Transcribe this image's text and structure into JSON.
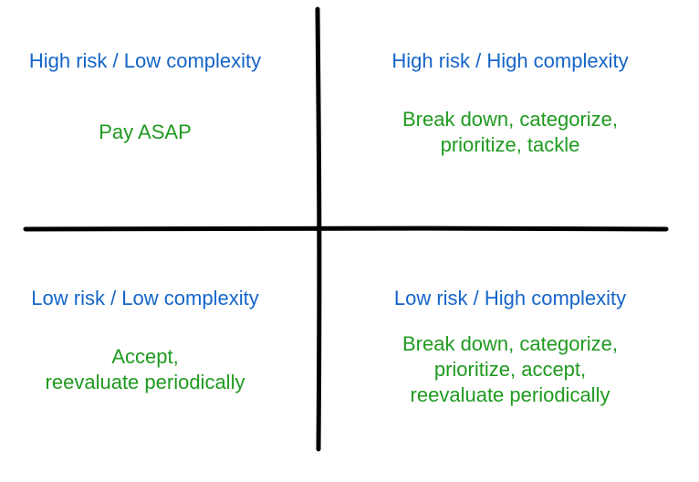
{
  "quadrants": {
    "top_left": {
      "title": "High risk / Low complexity",
      "action": [
        "Pay ASAP"
      ]
    },
    "top_right": {
      "title": "High risk / High complexity",
      "action": [
        "Break down, categorize,",
        "prioritize, tackle"
      ]
    },
    "bottom_left": {
      "title": "Low risk / Low complexity",
      "action": [
        "Accept,",
        "reevaluate periodically"
      ]
    },
    "bottom_right": {
      "title": "Low risk / High complexity",
      "action": [
        "Break down, categorize,",
        "prioritize, accept,",
        "reevaluate periodically"
      ]
    }
  },
  "colors": {
    "title": "#1565c8",
    "action": "#1f9a1f",
    "axis": "#000000"
  }
}
